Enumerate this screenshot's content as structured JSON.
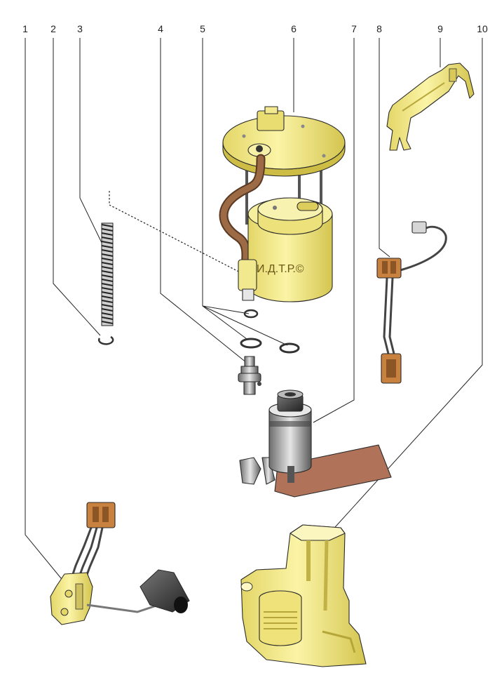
{
  "diagram": {
    "callouts": [
      "1",
      "2",
      "3",
      "4",
      "5",
      "6",
      "7",
      "8",
      "9",
      "10"
    ],
    "watermark": "И.Д.Т.Р.©",
    "colors": {
      "housing_yellow": "#f4ec86",
      "housing_shadow": "#d8c95a",
      "connector_brown": "#c8813f",
      "hose_brown": "#8a5a3a",
      "metal_gray": "#9a9a9a",
      "gasket_copper": "#b0735a"
    }
  }
}
